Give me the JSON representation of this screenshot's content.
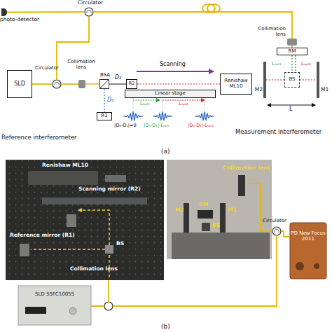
{
  "diagram": {
    "nodes": [
      {
        "text": [
          "photo-detector"
        ]
      },
      {
        "text": [
          "Circulator"
        ]
      },
      {
        "text": [
          "Collimation lens"
        ]
      },
      {
        "text": [
          "RM"
        ]
      },
      {
        "text": [
          "SLD"
        ]
      },
      {
        "text": [
          "Circulator"
        ]
      },
      {
        "text": [
          "Collimation lens"
        ]
      },
      {
        "text": [
          "BSA"
        ]
      },
      {
        "text": [
          "R1"
        ]
      },
      {
        "text": [
          "R2"
        ]
      },
      {
        "text": [
          "Linear stage"
        ]
      },
      {
        "text": [
          "Renishaw ML10"
        ]
      },
      {
        "text": [
          "BS"
        ]
      },
      {
        "text": [
          "M2"
        ]
      },
      {
        "text": [
          "M1"
        ]
      },
      {
        "text": [
          "SLD S5FC1005S"
        ]
      },
      {
        "text": [
          "Circulator"
        ]
      },
      {
        "text": [
          "PD New Focus 2011"
        ]
      }
    ],
    "edges": [
      {
        "from": 1,
        "to": 0,
        "arrow": "none"
      },
      {
        "from": 1,
        "to": 2,
        "arrow": "none"
      },
      {
        "from": 4,
        "to": 5,
        "arrow": "none"
      },
      {
        "from": 5,
        "to": 6,
        "arrow": "none"
      },
      {
        "from": 5,
        "to": 1,
        "arrow": "none"
      },
      {
        "from": 6,
        "to": 7,
        "arrow": "none"
      },
      {
        "from": 7,
        "to": 9,
        "label": "D₁",
        "arrow": "none"
      },
      {
        "from": 7,
        "to": 8,
        "label": "D₀",
        "arrow": "none"
      },
      {
        "from": 9,
        "to": 11,
        "arrow": "none"
      },
      {
        "from": 2,
        "to": 3,
        "arrow": "none"
      },
      {
        "from": 3,
        "to": 12,
        "arrow": "none"
      },
      {
        "from": 12,
        "to": 13,
        "arrow": "none"
      },
      {
        "from": 12,
        "to": 14,
        "arrow": "none"
      },
      {
        "from": 16,
        "to": 17,
        "arrow": "none"
      }
    ],
    "labels": [
      "Scanning",
      "Lₒₚₗ₁",
      "Lₒₚₗ₂",
      "|D₀-D₁|=0",
      "|D₀-D₁|-Lₒₚₗ₁",
      "|D₀-D₁|-Lₒₚₗ₂",
      "Reference interferometer",
      "Lₒₚₗ₁",
      "Lₒₚₗ₂",
      "L",
      "Measurement interferometer",
      "(a)",
      "Renishaw ML10",
      "Scanning mirror (R2)",
      "Reference mirror (R1)",
      "BS",
      "Collimation lens",
      "Collimation lens",
      "M2",
      "RM",
      "M1",
      "BS",
      "(b)"
    ]
  }
}
